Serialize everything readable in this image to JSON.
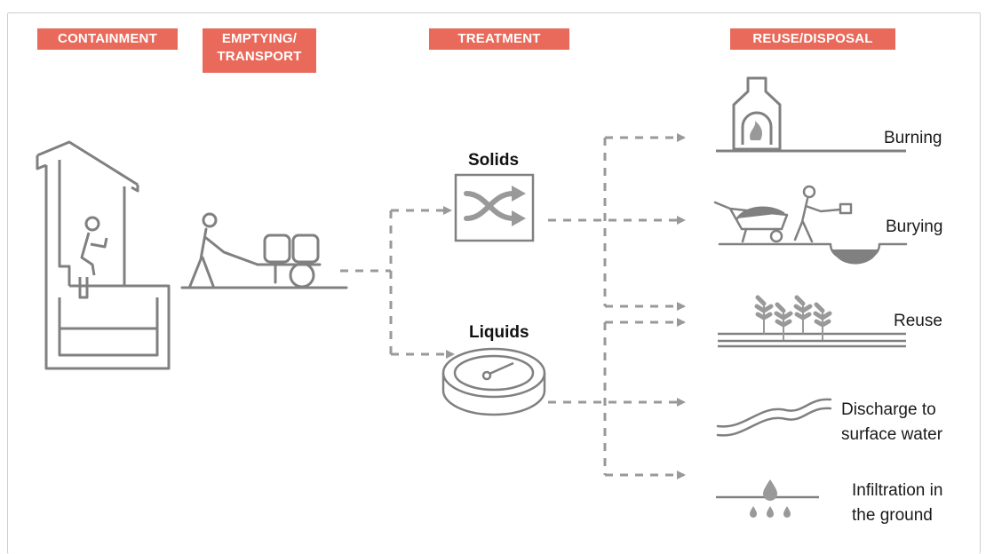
{
  "stages": {
    "containment": "CONTAINMENT",
    "emptying_line1": "EMPTYING/",
    "emptying_line2": "TRANSPORT",
    "treatment": "TREATMENT",
    "reuse_disposal": "REUSE/DISPOSAL"
  },
  "treatment": {
    "solids": "Solids",
    "liquids": "Liquids"
  },
  "outcomes": {
    "burning": "Burning",
    "burying": "Burying",
    "reuse": "Reuse",
    "discharge_line1": "Discharge to",
    "discharge_line2": "surface water",
    "infiltration_line1": "Infiltration in",
    "infiltration_line2": "the ground"
  },
  "colors": {
    "badge": "#e9695a",
    "line": "#808080",
    "dark": "#555555",
    "arrow": "#999999"
  },
  "icons": [
    "latrine-icon",
    "cart-icon",
    "shuffle-icon",
    "settling-tank-icon",
    "furnace-icon",
    "wheelbarrow-worker-icon",
    "plants-icon",
    "water-waves-icon",
    "droplets-icon"
  ]
}
